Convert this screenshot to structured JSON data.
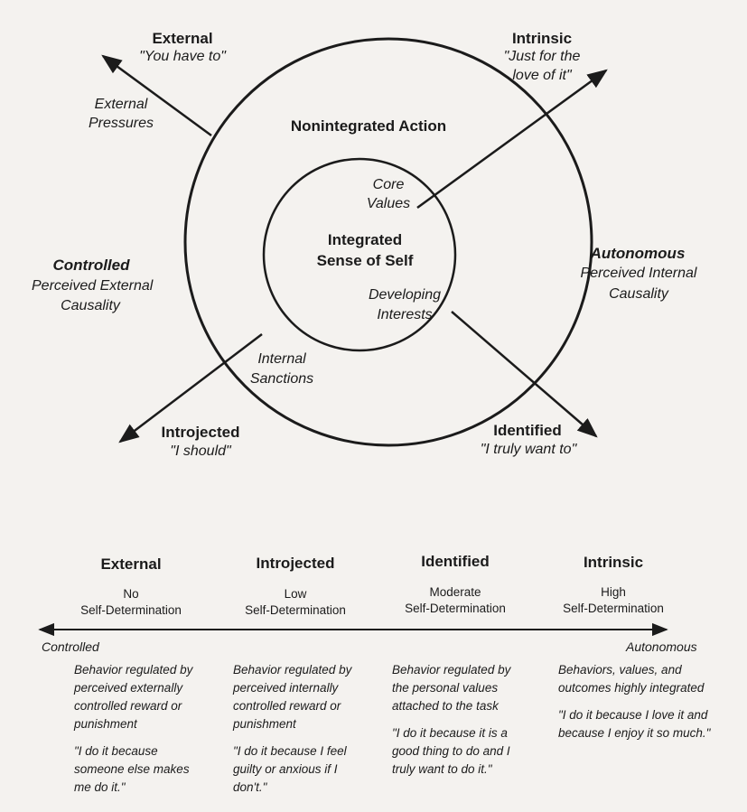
{
  "diagram": {
    "external": {
      "title": "External",
      "quote": "\"You have to\""
    },
    "intrinsic": {
      "title": "Intrinsic",
      "quote_line1": "\"Just for the",
      "quote_line2": "love of it\""
    },
    "external_pressures": {
      "line1": "External",
      "line2": "Pressures"
    },
    "nonintegrated": "Nonintegrated Action",
    "core_values": {
      "line1": "Core",
      "line2": "Values"
    },
    "integrated": {
      "line1": "Integrated",
      "line2": "Sense of Self"
    },
    "developing_interests": {
      "line1": "Developing",
      "line2": "Interests"
    },
    "controlled": {
      "title": "Controlled",
      "line1": "Perceived External",
      "line2": "Causality"
    },
    "autonomous": {
      "title": "Autonomous",
      "line1": "Perceived Internal",
      "line2": "Causality"
    },
    "internal_sanctions": {
      "line1": "Internal",
      "line2": "Sanctions"
    },
    "introjected": {
      "title": "Introjected",
      "quote": "\"I should\""
    },
    "identified": {
      "title": "Identified",
      "quote": "\"I truly want to\""
    }
  },
  "continuum": {
    "left_label": "Controlled",
    "right_label": "Autonomous",
    "stages": [
      {
        "title": "External",
        "level_line1": "No",
        "level_line2": "Self-Determination",
        "description": "Behavior regulated by perceived externally controlled reward or punishment",
        "quote": "\"I do it because someone else makes me do it.\""
      },
      {
        "title": "Introjected",
        "level_line1": "Low",
        "level_line2": "Self-Determination",
        "description": "Behavior regulated by perceived internally controlled reward or punishment",
        "quote": "\"I do it because I feel guilty or anxious if I don't.\""
      },
      {
        "title": "Identified",
        "level_line1": "Moderate",
        "level_line2": "Self-Determination",
        "description": "Behavior regulated by the personal values attached to the task",
        "quote": "\"I  do it because it is a good thing to do and I truly want to do it.\""
      },
      {
        "title": "Intrinsic",
        "level_line1": "High",
        "level_line2": "Self-Determination",
        "description": "Behaviors, values, and outcomes highly integrated",
        "quote": "\"I  do it because I love it and because I enjoy it so much.\""
      }
    ]
  },
  "colors": {
    "ink": "#1b1b1b",
    "paper": "#f4f2ef"
  }
}
